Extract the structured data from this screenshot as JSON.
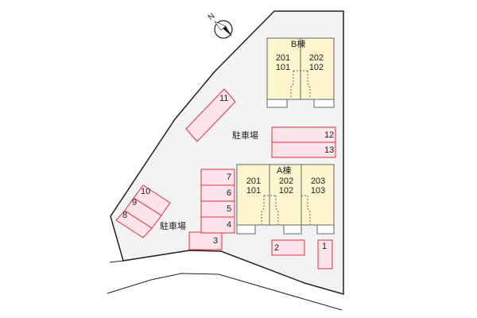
{
  "map": {
    "compass": {
      "label": "N",
      "icon": "north-arrow-icon"
    },
    "colors": {
      "lot_fill": "#f3f3f3",
      "lot_stroke": "#222222",
      "building_fill": "#fcf5cd",
      "building_stroke": "#555555",
      "parking_fill": "#fde3ea",
      "parking_stroke": "#e0303c"
    },
    "buildings": [
      {
        "name": "B棟",
        "units": [
          {
            "upper": "201",
            "lower": "101"
          },
          {
            "upper": "202",
            "lower": "102"
          }
        ]
      },
      {
        "name": "A棟",
        "units": [
          {
            "upper": "201",
            "lower": "101"
          },
          {
            "upper": "202",
            "lower": "102"
          },
          {
            "upper": "203",
            "lower": "103"
          }
        ]
      }
    ],
    "parking_labels": [
      "駐車場",
      "駐車場"
    ],
    "parking_spaces": [
      "1",
      "2",
      "3",
      "4",
      "5",
      "6",
      "7",
      "8",
      "9",
      "10",
      "11",
      "12",
      "13"
    ]
  }
}
